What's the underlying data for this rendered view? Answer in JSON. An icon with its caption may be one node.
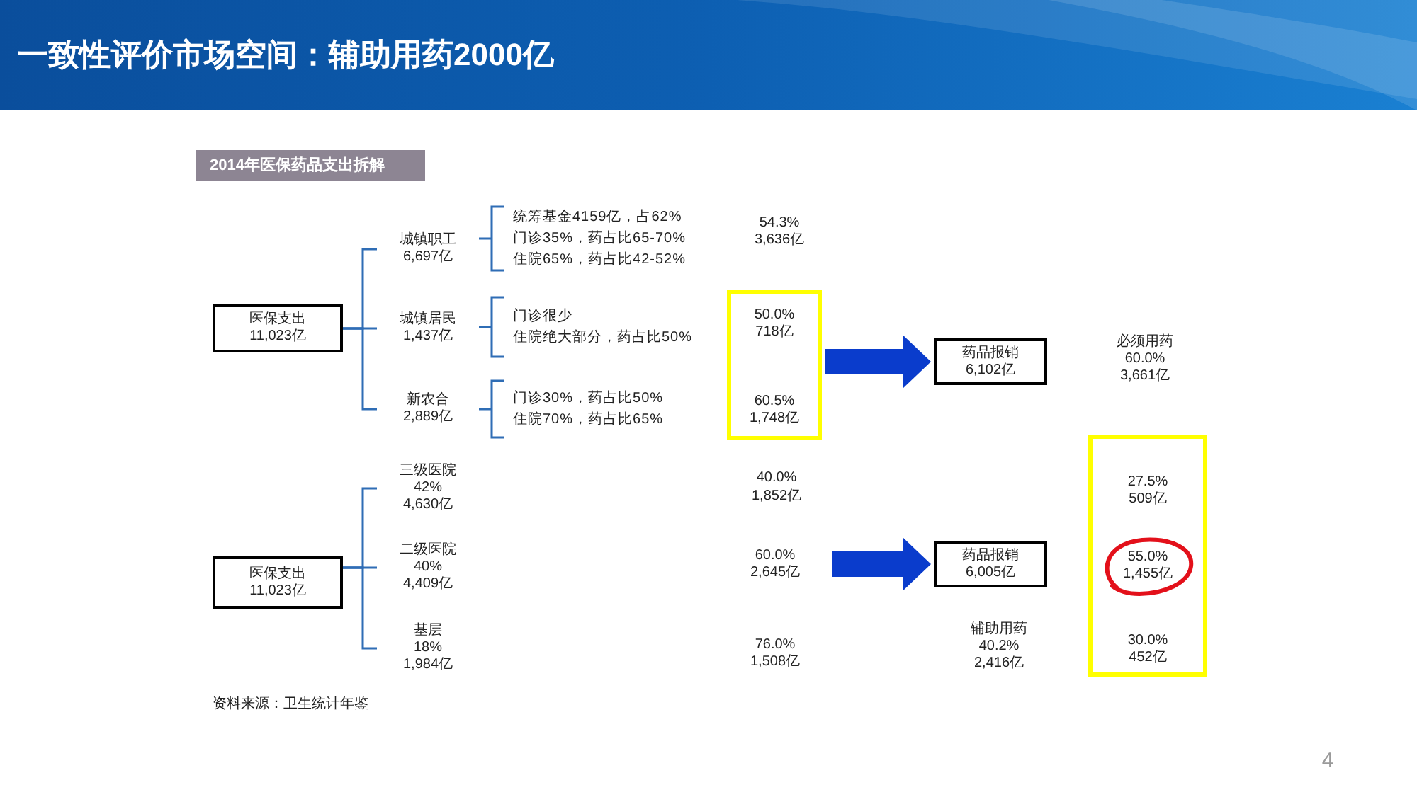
{
  "diagram": {
    "title": "一致性评价市场空间：辅助用药2000亿",
    "nodes": [
      {
        "text": [
          "2014年医保药品支出拆解"
        ]
      },
      {
        "text": [
          "医保支出",
          "11,023亿"
        ]
      },
      {
        "text": [
          "城镇职工",
          "6,697亿"
        ]
      },
      {
        "text": [
          "统筹基金4159亿，占62%",
          "门诊35%，药占比65-70%",
          "住院65%，药占比42-52%"
        ]
      },
      {
        "text": [
          "城镇居民",
          "1,437亿"
        ]
      },
      {
        "text": [
          "门诊很少",
          "住院绝大部分，药占比50%"
        ]
      },
      {
        "text": [
          "新农合",
          "2,889亿"
        ]
      },
      {
        "text": [
          "门诊30%，药占比50%",
          "住院70%，药占比65%"
        ]
      },
      {
        "text": [
          "50.0%",
          "718亿",
          "60.5%",
          "1,748亿"
        ]
      },
      {
        "text": [
          "药品报销",
          "6,102亿"
        ]
      },
      {
        "text": [
          "医保支出",
          "11,023亿"
        ]
      },
      {
        "text": [
          "三级医院",
          "42%",
          "4,630亿"
        ]
      },
      {
        "text": [
          "二级医院",
          "40%",
          "4,409亿"
        ]
      },
      {
        "text": [
          "基层",
          "18%",
          "1,984亿"
        ]
      },
      {
        "text": [
          "药品报销",
          "6,005亿"
        ]
      },
      {
        "text": [
          "27.5%",
          "509亿",
          "30.0%",
          "452亿"
        ]
      },
      {
        "text": [
          "55.0%",
          "1,455亿"
        ],
        "in": 15
      }
    ],
    "edges": [
      {
        "from": 1,
        "to": 2,
        "arrow": "none"
      },
      {
        "from": 1,
        "to": 4,
        "arrow": "none"
      },
      {
        "from": 1,
        "to": 6,
        "arrow": "none"
      },
      {
        "from": 2,
        "to": 3,
        "arrow": "none"
      },
      {
        "from": 4,
        "to": 5,
        "arrow": "none"
      },
      {
        "from": 6,
        "to": 7,
        "arrow": "none"
      },
      {
        "from": 8,
        "to": 9,
        "arrow": "to",
        "style": "thick",
        "color": "#0a3ccc"
      },
      {
        "from": 10,
        "to": 11,
        "arrow": "none"
      },
      {
        "from": 10,
        "to": 12,
        "arrow": "none"
      },
      {
        "from": 10,
        "to": 13,
        "arrow": "none"
      },
      {
        "from": null,
        "to": 14,
        "arrow": "to",
        "style": "thick",
        "color": "#0a3ccc"
      }
    ],
    "labels": [
      "54.3%",
      "3,636亿",
      "必须用药",
      "60.0%",
      "3,661亿",
      "40.0%",
      "1,852亿",
      "60.0%",
      "2,645亿",
      "辅助用药",
      "40.2%",
      "2,416亿",
      "76.0%",
      "1,508亿",
      "资料来源：卫生统计年鉴",
      "4"
    ]
  }
}
